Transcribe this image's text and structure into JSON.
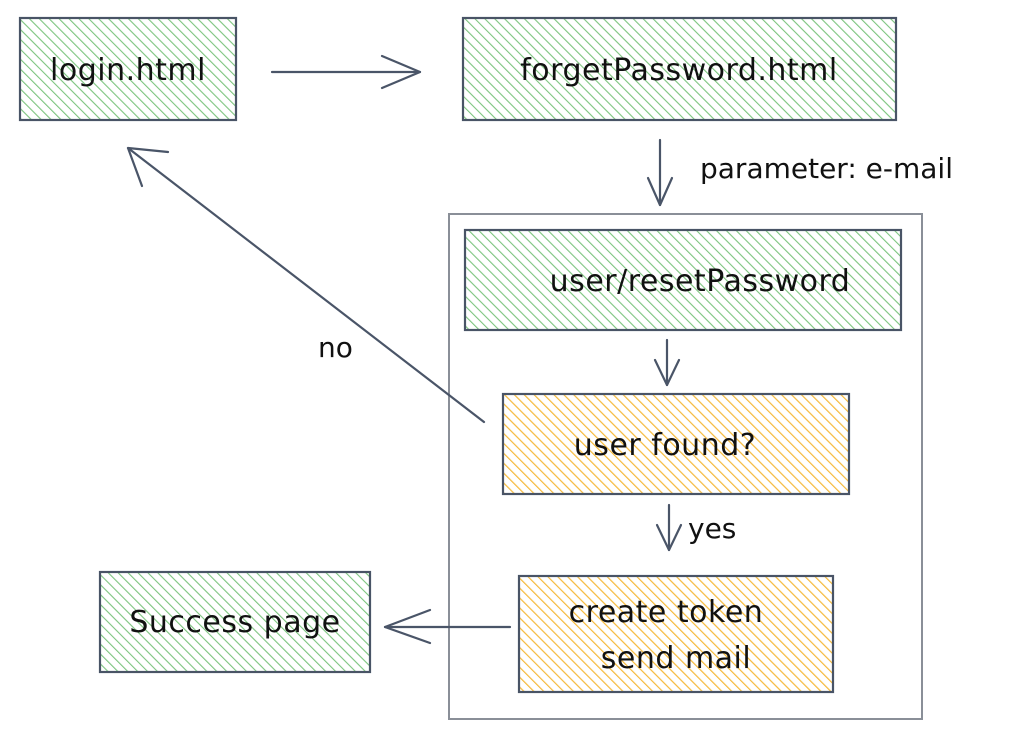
{
  "colors": {
    "green_hatch": "#6fbf73",
    "orange_hatch": "#f5b93a",
    "stroke": "#4a5568",
    "text": "#111111"
  },
  "nodes": {
    "login": "login.html",
    "forget": "forgetPassword.html",
    "reset": "user/resetPassword",
    "found": "user found?",
    "token_line1": "create token",
    "token_line2": "send mail",
    "success": "Success page"
  },
  "edges": {
    "param": "parameter: e-mail",
    "no": "no",
    "yes": "yes"
  }
}
